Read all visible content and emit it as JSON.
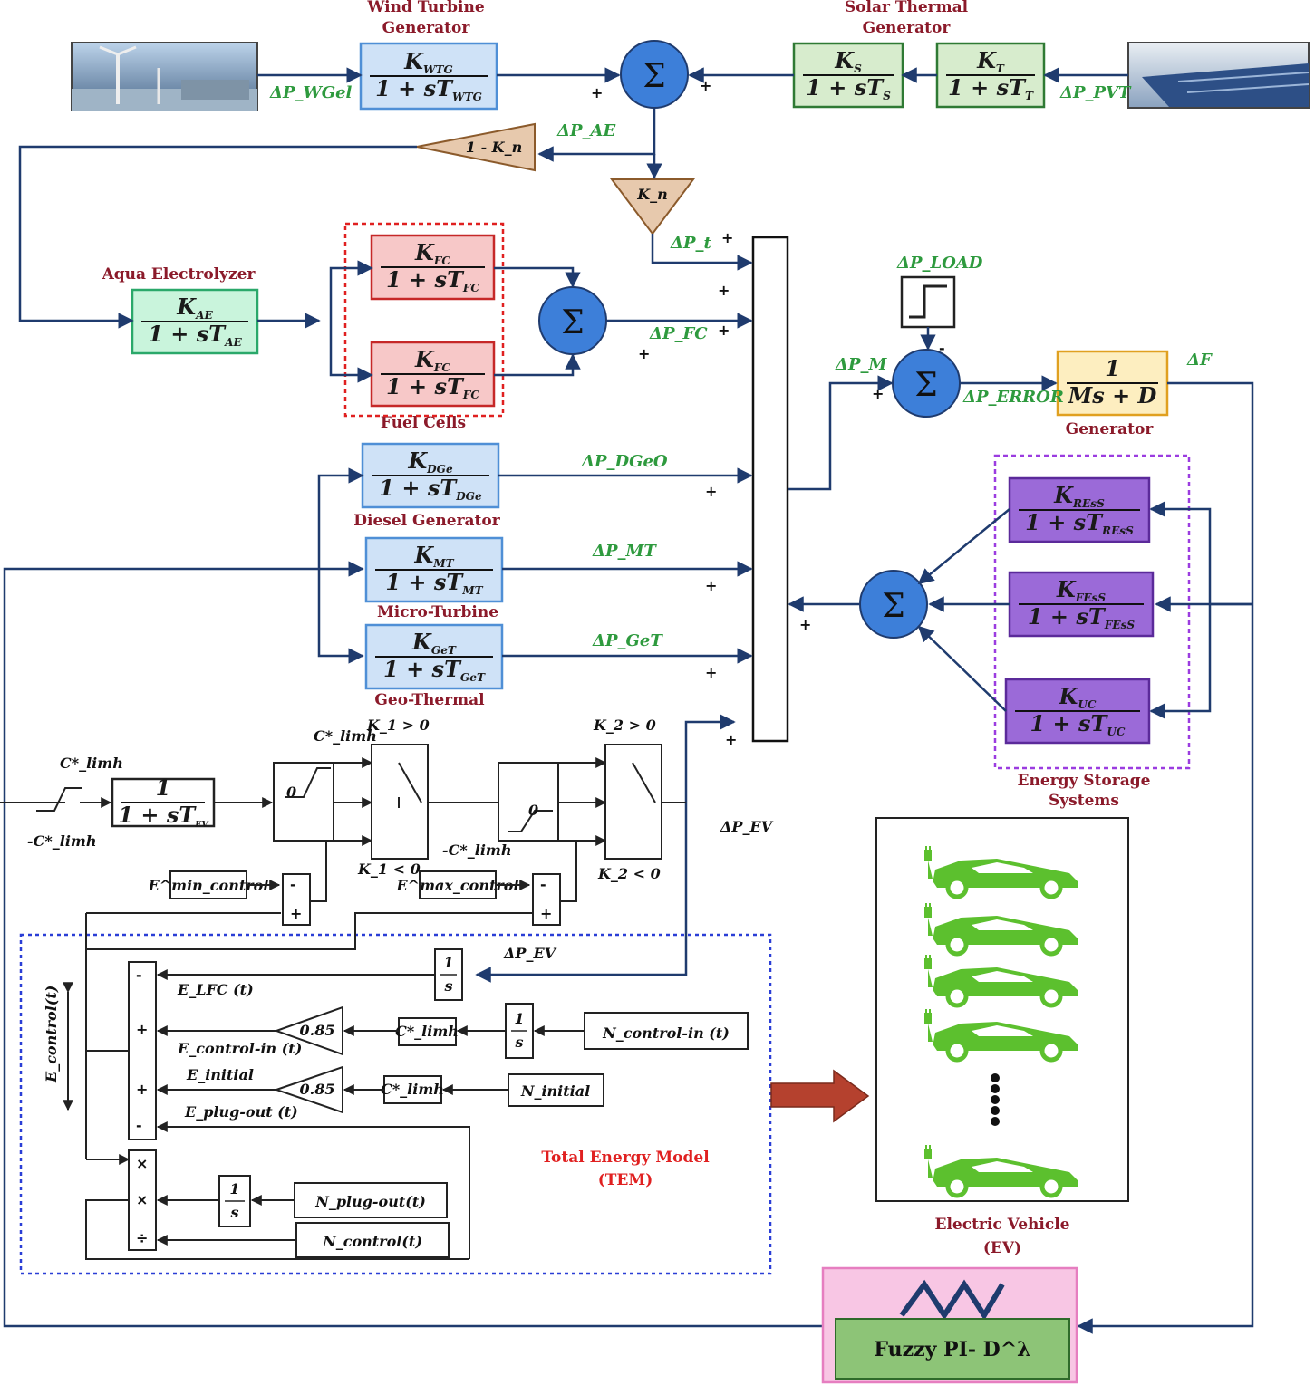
{
  "titles": {
    "wind": [
      "Wind Turbine",
      "Generator"
    ],
    "solar": [
      "Solar Thermal",
      "Generator"
    ],
    "aqua": "Aqua Electrolyzer",
    "fuel": "Fuel Cells",
    "diesel": "Diesel Generator",
    "micro": "Micro-Turbine",
    "geo": "Geo-Thermal",
    "gen": "Generator",
    "ess": [
      "Energy Storage",
      "Systems"
    ],
    "tem": [
      "Total Energy Model",
      "(TEM)"
    ],
    "ev": [
      "Electric Vehicle",
      "(EV)"
    ]
  },
  "blocks": {
    "wtg": {
      "num": "K_WTG",
      "den": "1 + sT_WTG"
    },
    "solar_s": {
      "num": "K_S",
      "den": "1 + sT_S"
    },
    "solar_t": {
      "num": "K_T",
      "den": "1 + sT_T"
    },
    "ae": {
      "num": "K_AE",
      "den": "1 + sT_AE"
    },
    "fc1": {
      "num": "K_FC",
      "den": "1 + sT_FC"
    },
    "fc2": {
      "num": "K_FC",
      "den": "1 + sT_FC"
    },
    "dge": {
      "num": "K_DGe",
      "den": "1 + sT_DGe"
    },
    "mt": {
      "num": "K_MT",
      "den": "1 + sT_MT"
    },
    "get": {
      "num": "K_GeT",
      "den": "1 + sT_GeT"
    },
    "gen": {
      "num": "1",
      "den": "Ms + D"
    },
    "res": {
      "num": "K_REsS",
      "den": "1 + sT_REsS"
    },
    "fes": {
      "num": "K_FEsS",
      "den": "1 + sT_FEsS"
    },
    "uc": {
      "num": "K_UC",
      "den": "1 + sT_UC"
    },
    "evlag": {
      "num": "1",
      "den": "1 + sT_EV"
    }
  },
  "gains": {
    "ae_gain": "1 - K_n",
    "kn": "K_n",
    "g1": "0.85",
    "g2": "0.85"
  },
  "signals": {
    "wtg": "ΔP_WGel",
    "pv": "ΔP_PVT",
    "ae": "ΔP_AE",
    "pt": "ΔP_t",
    "fc": "ΔP_FC",
    "load": "ΔP_LOAD",
    "m": "ΔP_M",
    "error": "ΔP_ERROR",
    "df": "ΔF",
    "dgeo": "ΔP_DGeO",
    "mt": "ΔP_MT",
    "get": "ΔP_GeT",
    "ev": "ΔP_EV",
    "ev2": "ΔP_EV"
  },
  "tem": {
    "clink_top": "C*_limh",
    "clink_bot": "-C*_limh",
    "clink2": "C*_limh",
    "clink3": "-C*_limh",
    "zero1": "0",
    "zero2": "0",
    "k1_top": "K_1 > 0",
    "k1_bot": "K_1 < 0",
    "k2_top": "K_2 > 0",
    "k2_bot": "K_2 < 0",
    "emin": "E^min_control",
    "emax": "E^max_control",
    "elfc": "E_LFC (t)",
    "econtrolin": "E_control-in (t)",
    "einitial": "E_initial",
    "eplugout": "E_plug-out (t)",
    "econtrol": "E_control(t)",
    "n_control_in": "N_control-in (t)",
    "n_initial": "N_initial",
    "n_plug_out": "N_plug-out(t)",
    "n_control": "N_control(t)",
    "c_box1": "C*_limh",
    "c_box2": "C*_limh",
    "int": "1/s"
  },
  "fuzzy": "Fuzzy PI- D^λ",
  "colors": {
    "line": "#1f3b6e",
    "blue_block": "#cfe2f7",
    "green_block": "#d7eccd",
    "red_block": "#f7c8c8",
    "purple_block": "#9b6ad8",
    "yellow_block": "#fdeec0",
    "teal_block": "#c9f4dc",
    "sum": "#3d7fd9",
    "car": "#5cc02e",
    "pink": "#f8c6e4"
  }
}
